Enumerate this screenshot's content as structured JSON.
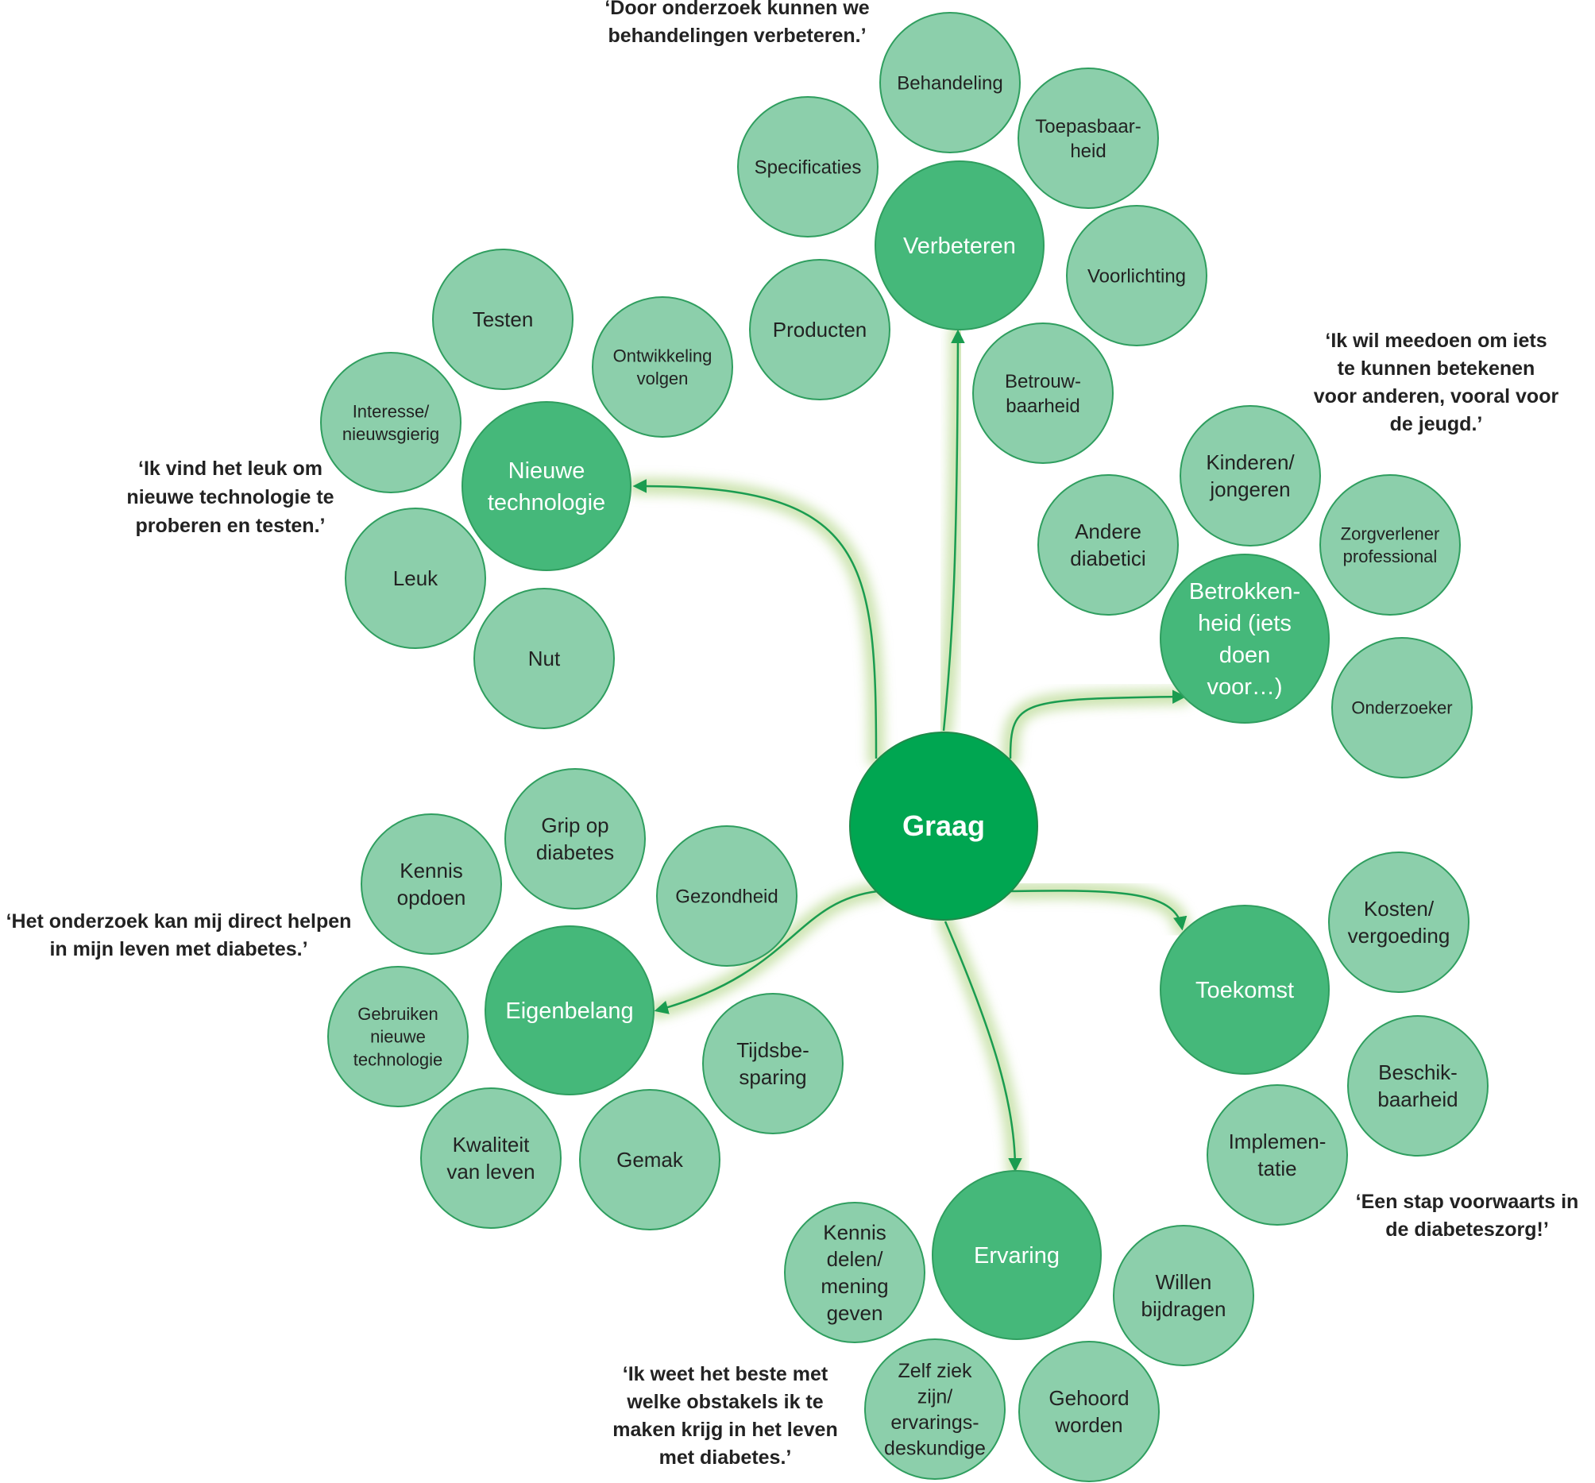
{
  "colors": {
    "center": "#00a651",
    "category": "#45b87a",
    "sub": "#8ccfab",
    "border": "#2f9e5f",
    "arrow": "#1a9c50",
    "glow": "#a6cf73"
  },
  "center": {
    "label": "Graag"
  },
  "categories": {
    "verbeteren": {
      "label": [
        "Verbeteren"
      ],
      "subs": [
        [
          "Behandeling"
        ],
        [
          "Toepasbaar-",
          "heid"
        ],
        [
          "Specificaties"
        ],
        [
          "Voorlichting"
        ],
        [
          "Producten"
        ],
        [
          "Betrouw-",
          "baarheid"
        ]
      ],
      "quote": [
        "‘Door onderzoek kunnen we",
        "behandelingen verbeteren.’"
      ]
    },
    "nieuwe_technologie": {
      "label": [
        "Nieuwe",
        "technologie"
      ],
      "subs": [
        [
          "Testen"
        ],
        [
          "Ontwikkeling",
          "volgen"
        ],
        [
          "Interesse/",
          "nieuwsgierig"
        ],
        [
          "Leuk"
        ],
        [
          "Nut"
        ]
      ],
      "quote": [
        "‘Ik vind het leuk om",
        "nieuwe technologie te",
        "proberen en testen.’"
      ]
    },
    "betrokkenheid": {
      "label": [
        "Betrokken-",
        "heid (iets",
        "doen",
        "voor…)"
      ],
      "subs": [
        [
          "Kinderen/",
          "jongeren"
        ],
        [
          "Andere",
          "diabetici"
        ],
        [
          "Zorgverlener",
          "professional"
        ],
        [
          "Onderzoeker"
        ]
      ],
      "quote": [
        "‘Ik wil meedoen om iets",
        "te kunnen betekenen",
        "voor anderen, vooral voor",
        "de jeugd.’"
      ]
    },
    "eigenbelang": {
      "label": [
        "Eigenbelang"
      ],
      "subs": [
        [
          "Grip op",
          "diabetes"
        ],
        [
          "Kennis",
          "opdoen"
        ],
        [
          "Gezondheid"
        ],
        [
          "Gebruiken",
          "nieuwe",
          "technologie"
        ],
        [
          "Tijdsbe-",
          "sparing"
        ],
        [
          "Kwaliteit",
          "van leven"
        ],
        [
          "Gemak"
        ]
      ],
      "quote": [
        "‘Het onderzoek kan mij direct helpen",
        "in mijn leven met diabetes.’"
      ]
    },
    "toekomst": {
      "label": [
        "Toekomst"
      ],
      "subs": [
        [
          "Kosten/",
          "vergoeding"
        ],
        [
          "Beschik-",
          "baarheid"
        ],
        [
          "Implemen-",
          "tatie"
        ]
      ],
      "quote": [
        "‘Een stap voorwaarts in",
        "de diabeteszorg!’"
      ]
    },
    "ervaring": {
      "label": [
        "Ervaring"
      ],
      "subs": [
        [
          "Kennis",
          "delen/",
          "mening",
          "geven"
        ],
        [
          "Willen",
          "bijdragen"
        ],
        [
          "Zelf ziek",
          "zijn/",
          "ervarings-",
          "deskundige"
        ],
        [
          "Gehoord",
          "worden"
        ]
      ],
      "quote": [
        "‘Ik weet het beste met",
        "welke obstakels ik te",
        "maken krijg in het leven",
        "met diabetes.’"
      ]
    }
  }
}
